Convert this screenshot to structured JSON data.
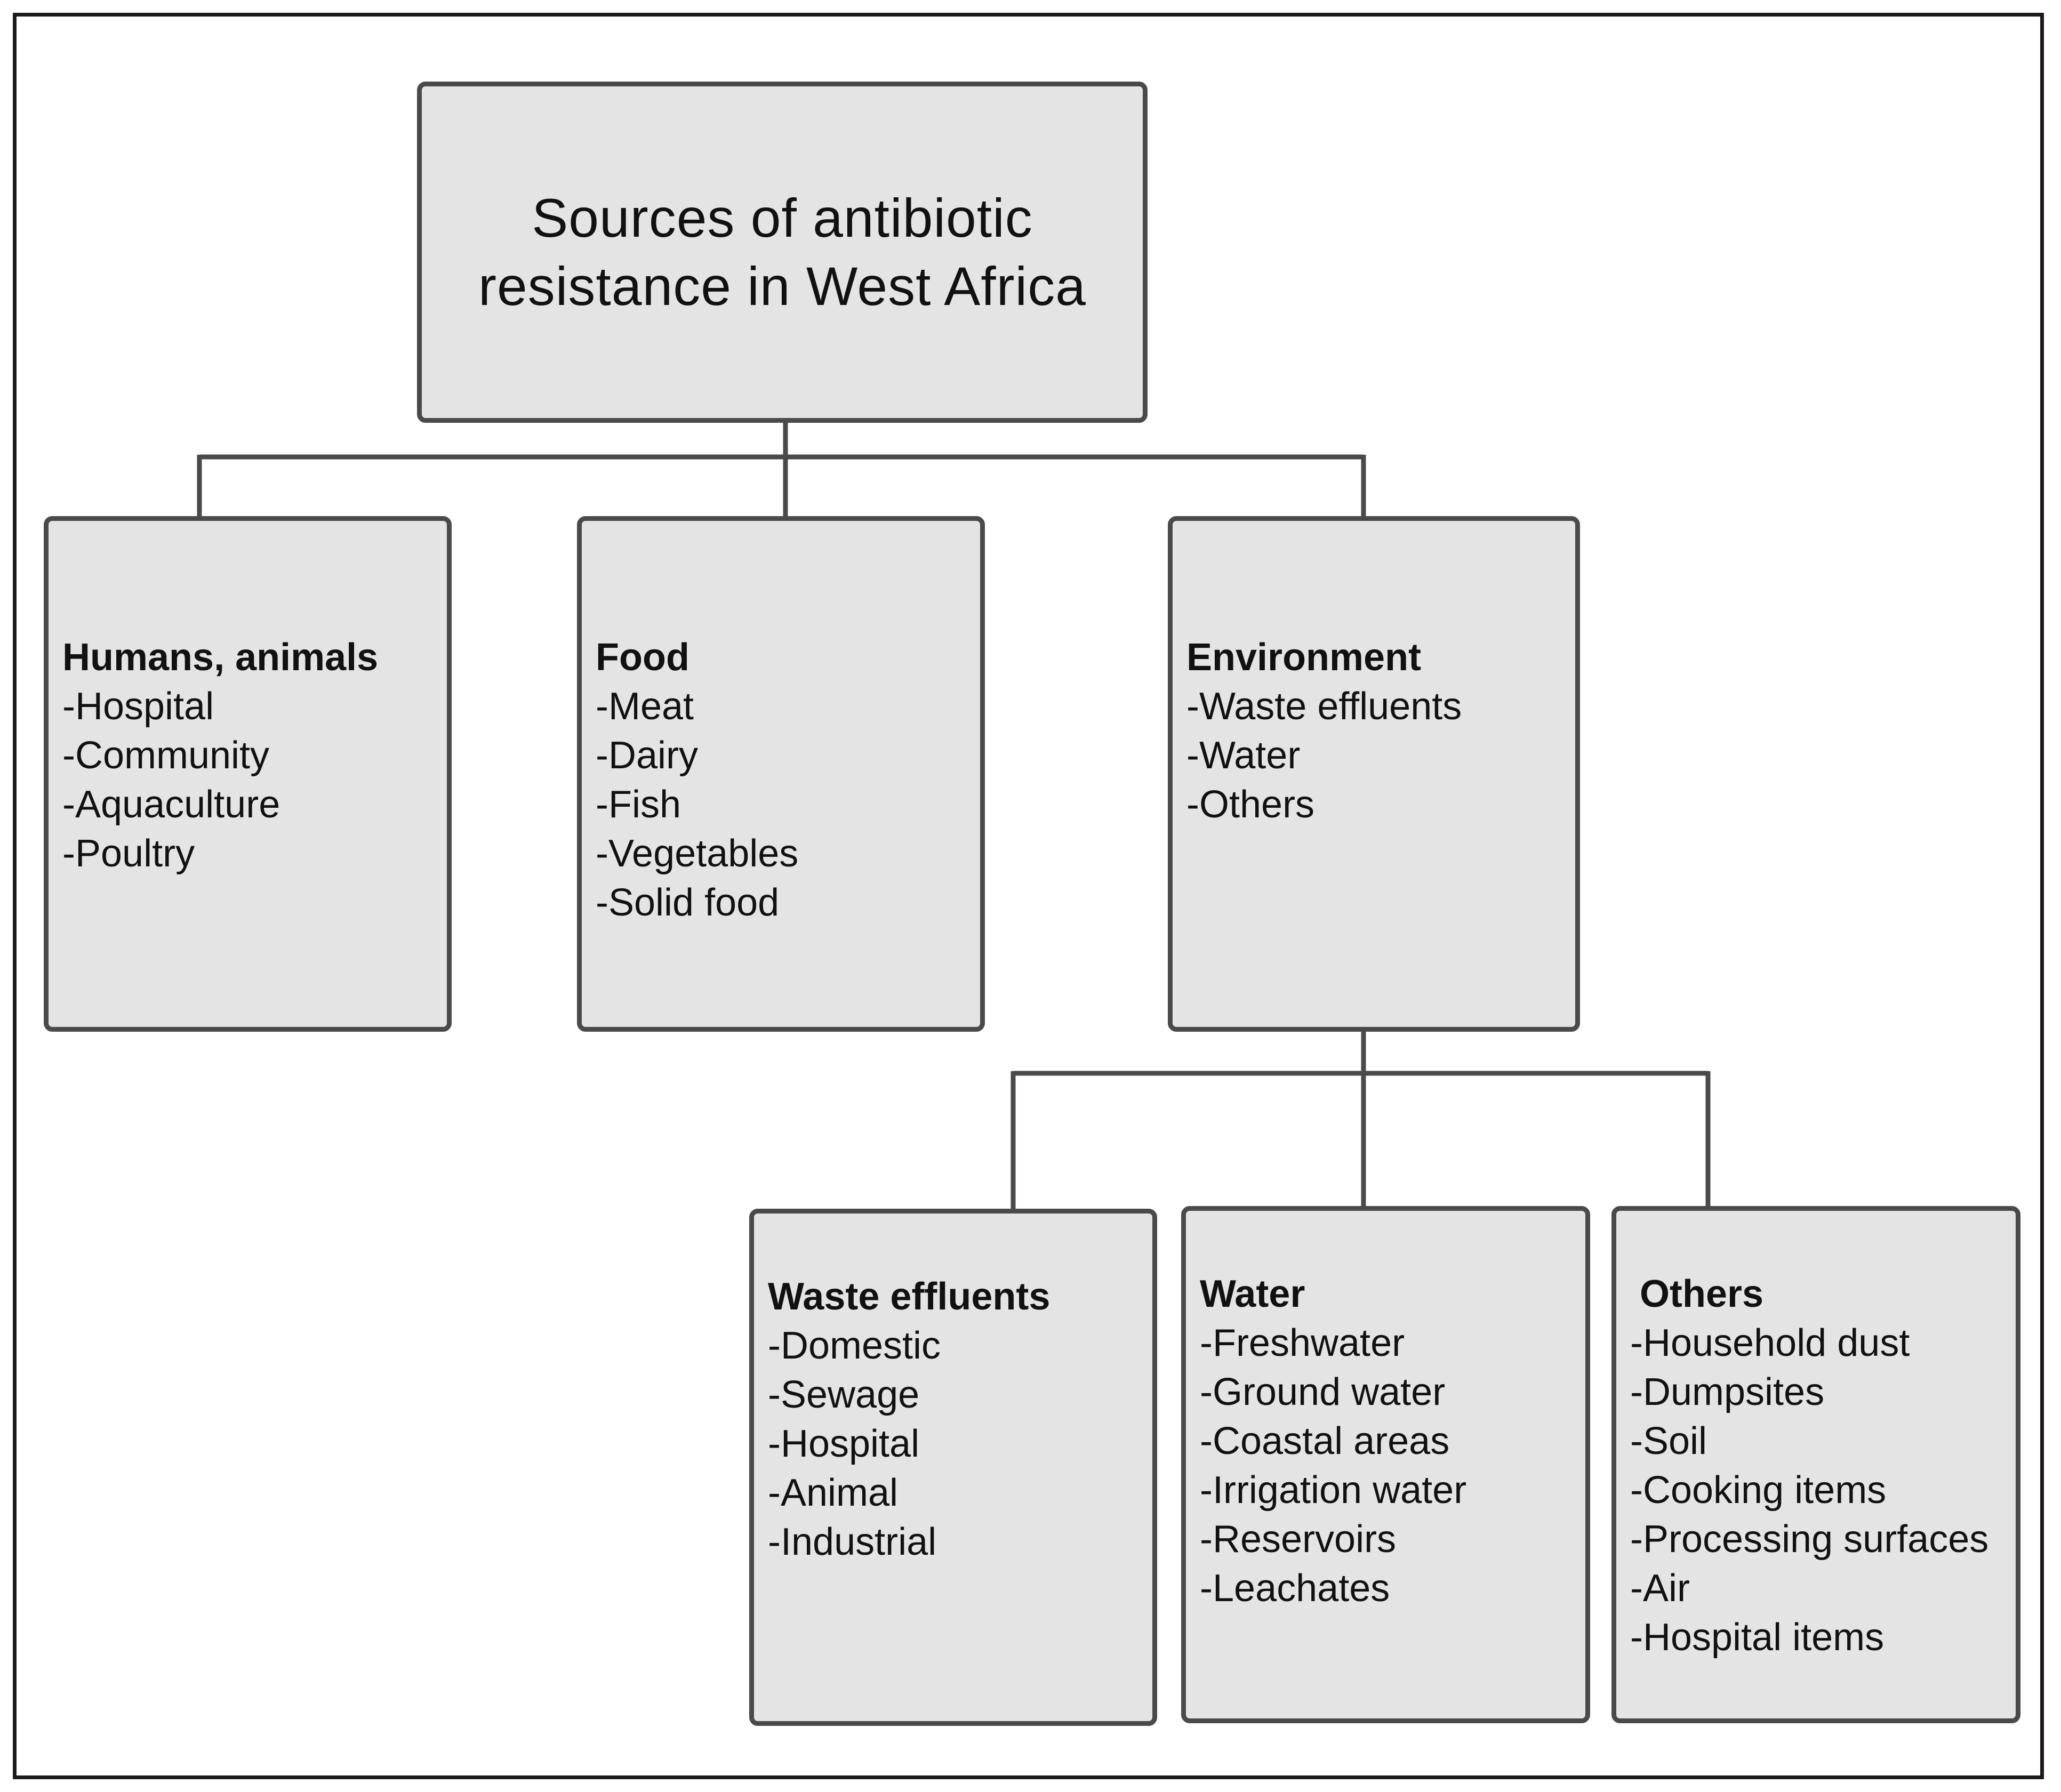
{
  "root": {
    "title": "Sources of antibiotic resistance in West Africa"
  },
  "nodes": {
    "humans": {
      "title": "Humans, animals",
      "items": [
        "-Hospital",
        "-Community",
        "-Aquaculture",
        "-Poultry"
      ]
    },
    "food": {
      "title": "Food",
      "items": [
        "-Meat",
        "-Dairy",
        "-Fish",
        "-Vegetables",
        "-Solid food"
      ]
    },
    "environment": {
      "title": "Environment",
      "items": [
        "-Waste effluents",
        "-Water",
        "-Others"
      ]
    },
    "waste_effluents": {
      "title": "Waste effluents",
      "items": [
        "-Domestic",
        "-Sewage",
        "-Hospital",
        "-Animal",
        "-Industrial"
      ]
    },
    "water": {
      "title": "Water",
      "items": [
        "-Freshwater",
        "-Ground water",
        "-Coastal areas",
        "-Irrigation water",
        "-Reservoirs",
        "-Leachates"
      ]
    },
    "others": {
      "title": "Others",
      "items": [
        "-Household dust",
        "-Dumpsites",
        "-Soil",
        "-Cooking items",
        "-Processing surfaces",
        "-Air",
        "-Hospital items"
      ]
    }
  },
  "colors": {
    "box_fill": "#e4e4e4",
    "box_border": "#4a4a4a",
    "connector": "#4a4a4a",
    "frame": "#1a1a1a"
  }
}
